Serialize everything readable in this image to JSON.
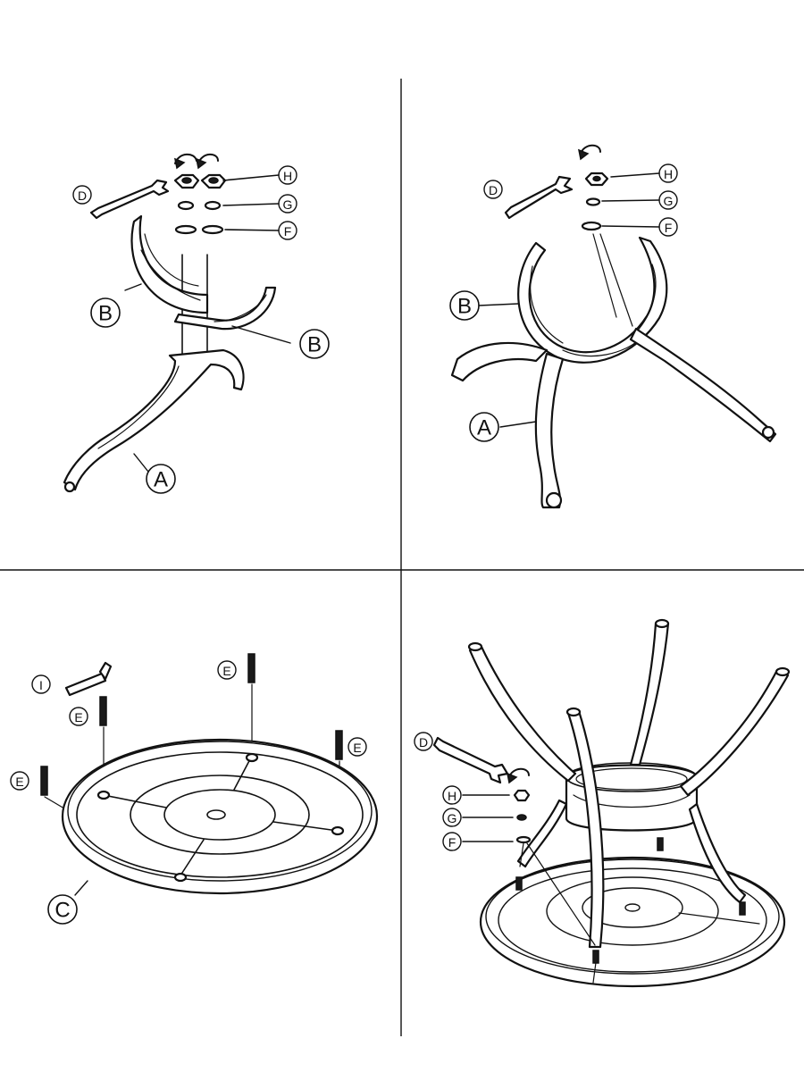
{
  "panels": [
    {
      "id": "step1",
      "labels": {
        "D": "D",
        "H": "H",
        "G": "G",
        "F": "F",
        "B1": "B",
        "B2": "B",
        "A": "A"
      }
    },
    {
      "id": "step2",
      "labels": {
        "D": "D",
        "H": "H",
        "G": "G",
        "F": "F",
        "B": "B",
        "A": "A"
      }
    },
    {
      "id": "step3",
      "labels": {
        "I": "I",
        "E1": "E",
        "E2": "E",
        "E3": "E",
        "E4": "E",
        "C": "C"
      }
    },
    {
      "id": "step4",
      "labels": {
        "D": "D",
        "H": "H",
        "G": "G",
        "F": "F"
      }
    }
  ],
  "colors": {
    "line": "#111111",
    "background": "#ffffff"
  }
}
